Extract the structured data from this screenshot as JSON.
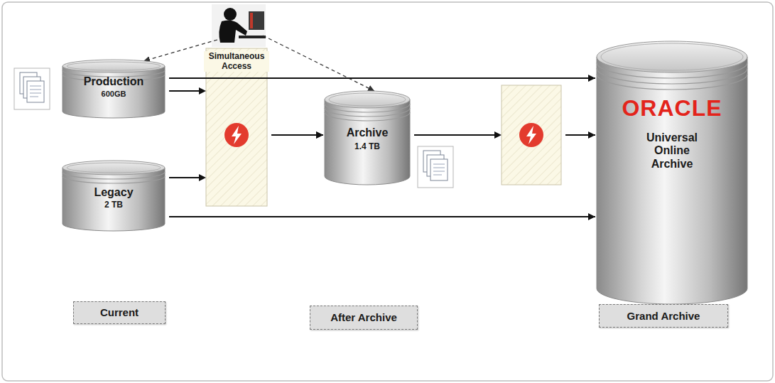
{
  "diagram": {
    "nodes": [
      {
        "text": [
          "Production",
          "600GB"
        ]
      },
      {
        "text": [
          "Legacy",
          "2 TB"
        ]
      },
      {
        "text": [
          "Archive",
          "1.4 TB"
        ]
      },
      {
        "text": [
          "ORACLE",
          "Universal Online Archive"
        ]
      },
      {
        "text": [
          "Current"
        ]
      },
      {
        "text": [
          "After Archive"
        ]
      },
      {
        "text": [
          "Grand Archive"
        ]
      }
    ],
    "edges": [
      {
        "from": 0,
        "to": 3,
        "arrow": "to"
      },
      {
        "from": 0,
        "to": 2,
        "arrow": "to"
      },
      {
        "from": 1,
        "to": 2,
        "arrow": "to"
      },
      {
        "from": 1,
        "to": 3,
        "arrow": "to"
      },
      {
        "from": 2,
        "to": 3,
        "arrow": "to"
      }
    ],
    "labels": [
      "Simultaneous Access"
    ]
  }
}
